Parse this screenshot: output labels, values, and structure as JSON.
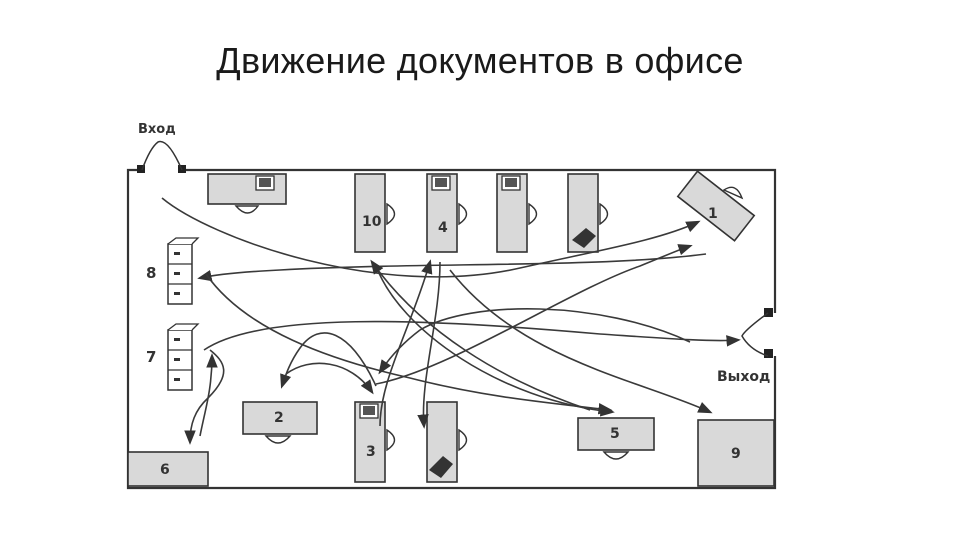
{
  "title": "Движение документов в офисе",
  "labels": {
    "entrance": "Вход",
    "exit": "Выход"
  },
  "zones": {
    "z1": "1",
    "z2": "2",
    "z3": "3",
    "z4": "4",
    "z5": "5",
    "z6": "6",
    "z7": "7",
    "z8": "8",
    "z9": "9",
    "z10": "10"
  }
}
